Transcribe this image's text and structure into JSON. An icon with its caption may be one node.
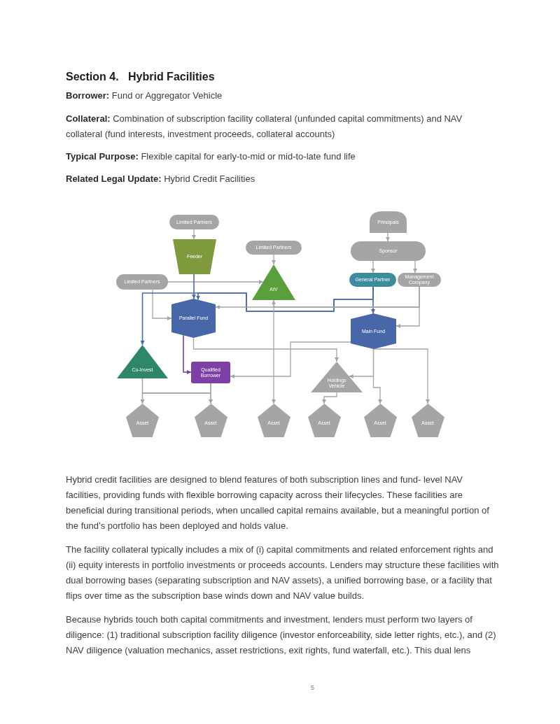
{
  "diagram": {
    "title": "Hybrid Facilities",
    "nodes": [
      {
        "text": [
          "Limited Partners"
        ]
      },
      {
        "text": [
          "Principals"
        ]
      },
      {
        "text": [
          "Feeder"
        ]
      },
      {
        "text": [
          "Limited Partners"
        ]
      },
      {
        "text": [
          "Sponsor"
        ]
      },
      {
        "text": [
          "Limited Partners"
        ]
      },
      {
        "text": [
          "AIV"
        ]
      },
      {
        "text": [
          "General Partner"
        ]
      },
      {
        "text": [
          "Management Company"
        ]
      },
      {
        "text": [
          "Parallel Fund"
        ]
      },
      {
        "text": [
          "Main Fund"
        ]
      },
      {
        "text": [
          "Co-Invest"
        ]
      },
      {
        "text": [
          "Qualified Borrower"
        ]
      },
      {
        "text": [
          "Holdings Vehicle"
        ]
      },
      {
        "text": [
          "Asset"
        ]
      },
      {
        "text": [
          "Asset"
        ]
      },
      {
        "text": [
          "Asset"
        ]
      },
      {
        "text": [
          "Asset"
        ]
      },
      {
        "text": [
          "Asset"
        ]
      },
      {
        "text": [
          "Asset"
        ]
      }
    ],
    "edges": [
      {
        "from": 0,
        "to": 2,
        "arrow": "to"
      },
      {
        "from": 1,
        "to": 4,
        "arrow": "to"
      },
      {
        "from": 4,
        "to": 7,
        "arrow": "to"
      },
      {
        "from": 4,
        "to": 8,
        "arrow": "to"
      },
      {
        "from": 3,
        "to": 6,
        "arrow": "to"
      },
      {
        "from": 5,
        "to": 6,
        "arrow": "to"
      },
      {
        "from": 5,
        "to": 9,
        "arrow": "to"
      },
      {
        "from": 2,
        "to": 9,
        "arrow": "to",
        "color": "#4a6aa8"
      },
      {
        "from": 7,
        "to": 10,
        "arrow": "to",
        "color": "#4a6aa8"
      },
      {
        "from": 7,
        "to": 9,
        "arrow": "to",
        "color": "#4a6aa8"
      },
      {
        "from": 7,
        "to": 11,
        "arrow": "to",
        "color": "#4a6aa8"
      },
      {
        "from": 8,
        "to": 10,
        "arrow": "to"
      },
      {
        "from": 8,
        "to": 9,
        "arrow": "to"
      },
      {
        "from": 8,
        "to": 6,
        "arrow": "to"
      },
      {
        "from": 6,
        "to": 16,
        "arrow": "to"
      },
      {
        "from": 9,
        "to": 12,
        "arrow": "to",
        "color": "#7b3fa3"
      },
      {
        "from": 9,
        "to": 13,
        "arrow": "to"
      },
      {
        "from": 10,
        "to": 12,
        "arrow": "to"
      },
      {
        "from": 10,
        "to": 13,
        "arrow": "to"
      },
      {
        "from": 10,
        "to": 18,
        "arrow": "to"
      },
      {
        "from": 10,
        "to": 19,
        "arrow": "to"
      },
      {
        "from": 13,
        "to": 17,
        "arrow": "to"
      },
      {
        "from": 11,
        "to": 14,
        "arrow": "to"
      },
      {
        "from": 11,
        "to": 15,
        "arrow": "to"
      },
      {
        "from": 12,
        "to": 14,
        "arrow": "to"
      },
      {
        "from": 12,
        "to": 15,
        "arrow": "to"
      }
    ],
    "labels": [
      "Section 4.",
      "**Borrower:** Fund or Aggregator Vehicle",
      "**Collateral:** Combination of subscription facility collateral (unfunded capital commitments) and NAV collateral (fund interests, investment proceeds, collateral accounts)",
      "**Typical Purpose:** Flexible capital for early-to-mid or mid-to-late fund life",
      "**Related Legal Update:** Hybrid Credit Facilities",
      "Hybrid credit facilities are designed to blend features of both subscription lines and fund- level NAV facilities, providing funds with flexible borrowing capacity across their lifecycles. These facilities are beneficial during transitional periods, when uncalled capital remains available, but a meaningful portion of the fund’s portfolio has been deployed and holds value.",
      "The facility collateral typically includes a mix of (i) capital commitments and related enforcement rights and (ii) equity interests in portfolio investments or proceeds accounts. Lenders may structure these facilities with dual borrowing bases (separating subscription and NAV assets), a unified borrowing base, or a facility that flips over time as the subscription base winds down and NAV value builds.",
      "Because hybrids touch both capital commitments and investment, lenders must perform two layers of diligence: (1) traditional subscription facility diligence (investor enforceability, side letter rights, etc.), and (2) NAV diligence (valuation mechanics, asset restrictions, exit rights, fund waterfall, etc.). This dual lens",
      "5"
    ]
  }
}
